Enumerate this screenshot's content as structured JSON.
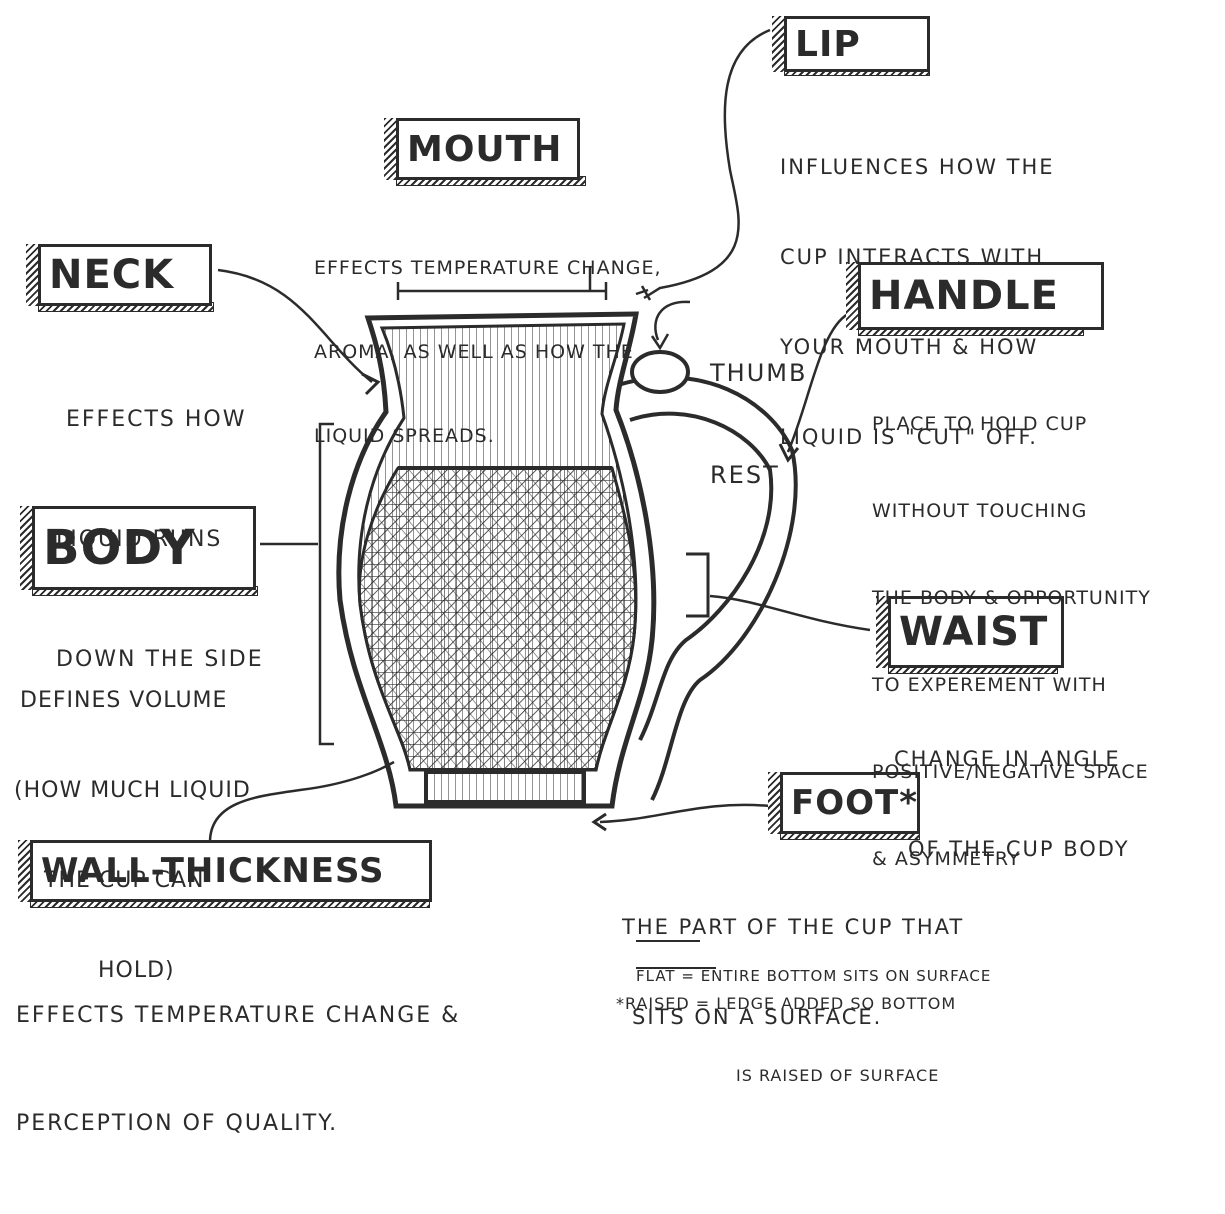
{
  "labels": {
    "lip": "LIP",
    "mouth": "MOUTH",
    "neck": "NECK",
    "handle": "HANDLE",
    "body": "BODY",
    "waist": "WAIST",
    "foot": "FOOT*",
    "wall_thickness": "WALL-THICKNESS",
    "thumb_rest": [
      "THUMB",
      "REST"
    ]
  },
  "descriptions": {
    "lip": [
      "INFLUENCES HOW THE",
      "CUP INTERACTS WITH",
      "YOUR MOUTH & HOW",
      "LIQUID IS \"CUT\" OFF."
    ],
    "mouth": [
      "EFFECTS TEMPERATURE CHANGE,",
      "AROMA, AS WELL AS HOW THE",
      "LIQUID SPREADS."
    ],
    "neck": [
      "EFFECTS HOW",
      "LIQUID RUNS",
      "DOWN THE SIDE"
    ],
    "handle": [
      "PLACE TO HOLD CUP",
      "WITHOUT TOUCHING",
      "THE BODY & OPPORTUNITY",
      "TO EXPEREMENT WITH",
      "POSITIVE/NEGATIVE SPACE",
      "& ASYMMETRY"
    ],
    "body": [
      "DEFINES VOLUME",
      "(HOW MUCH LIQUID",
      "THE CUP CAN",
      "HOLD)"
    ],
    "waist": [
      "CHANGE IN ANGLE",
      "OF THE CUP BODY"
    ],
    "foot": [
      "THE PART OF THE CUP THAT",
      "SITS ON A SURFACE."
    ],
    "foot_flat": "FLAT = ENTIRE BOTTOM SITS ON SURFACE",
    "foot_raised": [
      "*RAISED = LEDGE ADDED SO BOTTOM",
      "IS RAISED OF SURFACE"
    ],
    "wall_thickness": [
      "EFFECTS TEMPERATURE CHANGE &",
      "PERCEPTION OF QUALITY."
    ]
  },
  "colors": {
    "ink": "#2b2b2b",
    "paper": "#ffffff"
  }
}
